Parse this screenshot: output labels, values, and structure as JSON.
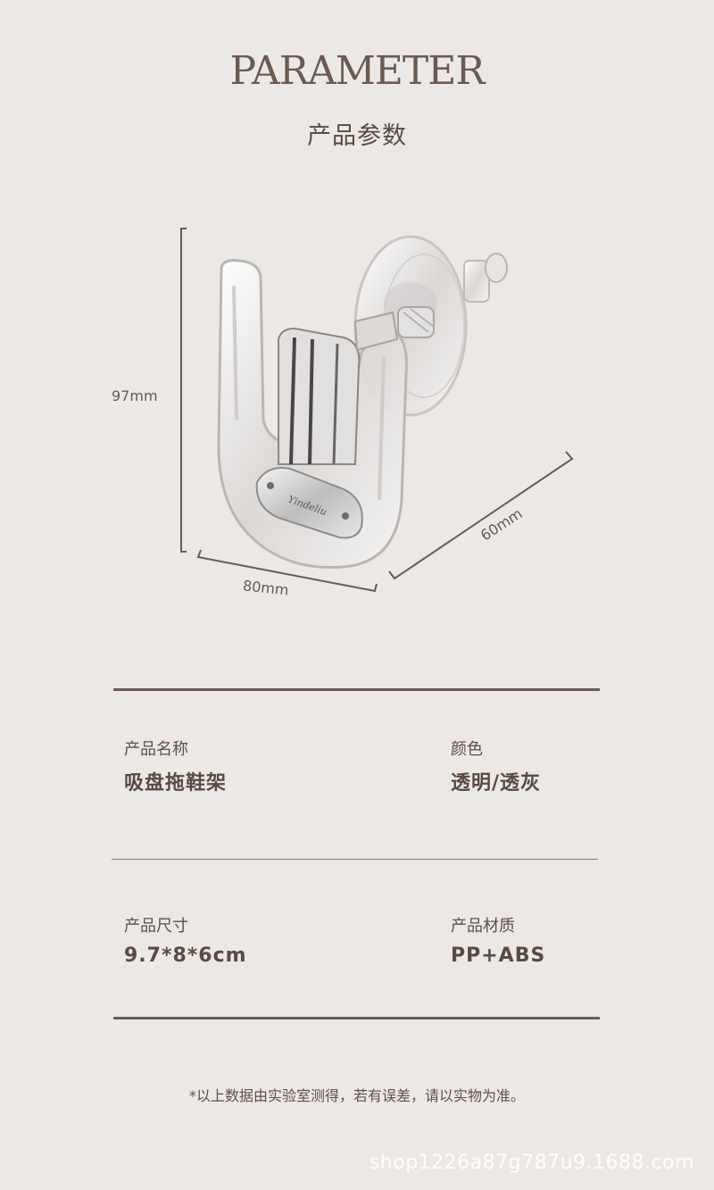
{
  "header": {
    "title_en": "PARAMETER",
    "title_cn": "产品参数"
  },
  "diagram": {
    "height_label": "97mm",
    "width_label": "80mm",
    "depth_label": "60mm",
    "brand_mark": "Yindeliu"
  },
  "params": {
    "name": {
      "label": "产品名称",
      "value": "吸盘拖鞋架"
    },
    "color": {
      "label": "颜色",
      "value": "透明/透灰"
    },
    "size": {
      "label": "产品尺寸",
      "value": "9.7*8*6cm"
    },
    "material": {
      "label": "产品材质",
      "value": "PP+ABS"
    }
  },
  "note": "*以上数据由实验室测得，若有误差，请以实物为准。",
  "watermark": "shop1226a87g787u9.1688.com",
  "colors": {
    "background": "#ece8e5",
    "text": "#5a4a42",
    "rule": "#6e5a52"
  }
}
